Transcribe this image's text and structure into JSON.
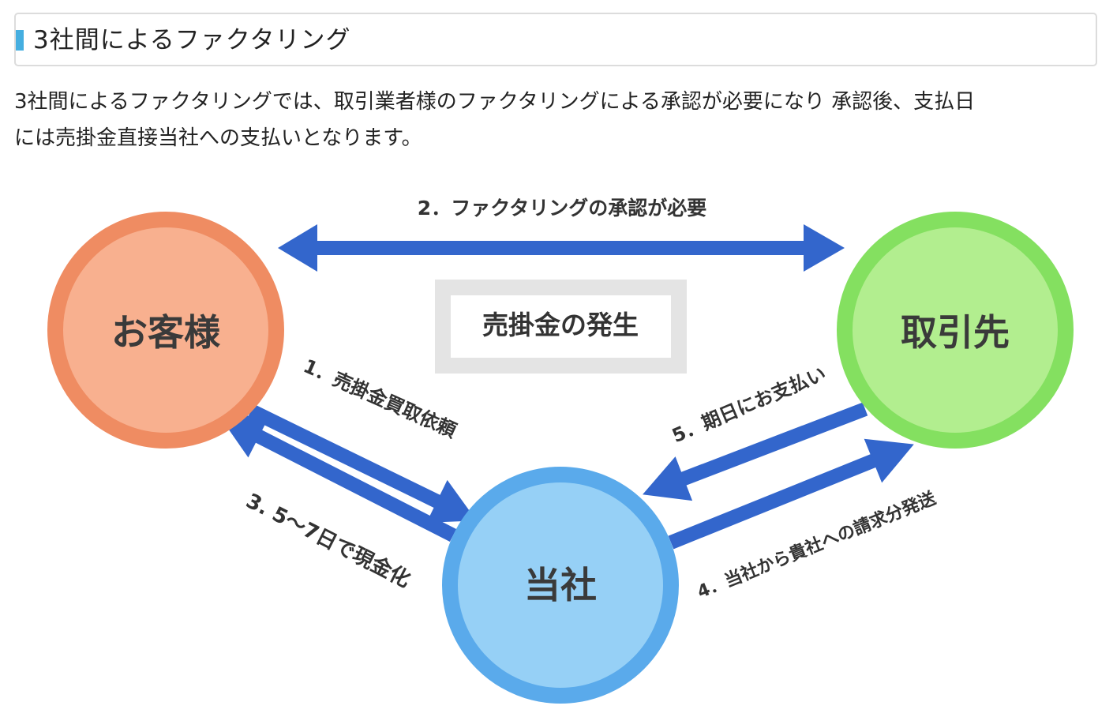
{
  "heading": {
    "title": "3社間によるファクタリング"
  },
  "intro": {
    "line1": "3社間によるファクタリングでは、取引業者様のファクタリングによる承認が必要になり 承認後、支払日",
    "line2": "には売掛金直接当社への支払いとなります。"
  },
  "diagram": {
    "nodes": {
      "customer": "お客様",
      "partner": "取引先",
      "company": "当社"
    },
    "center_box": "売掛金の発生",
    "steps": {
      "step1": "1．売掛金買取依頼",
      "step2": "2．ファクタリングの承認が必要",
      "step3": "3. 5〜7日で現金化",
      "step4": "4．当社から貴社への請求分発送",
      "step5": "5．期日にお支払い"
    },
    "colors": {
      "arrow": "#3366cc",
      "customer_fill": "#f8b08f",
      "customer_ring": "#ef8c62",
      "partner_fill": "#b2ee8f",
      "partner_ring": "#84e060",
      "company_fill": "#96d0f6",
      "company_ring": "#5aaaeb",
      "box_border": "#e4e4e4",
      "heading_accent": "#45aee0"
    }
  }
}
